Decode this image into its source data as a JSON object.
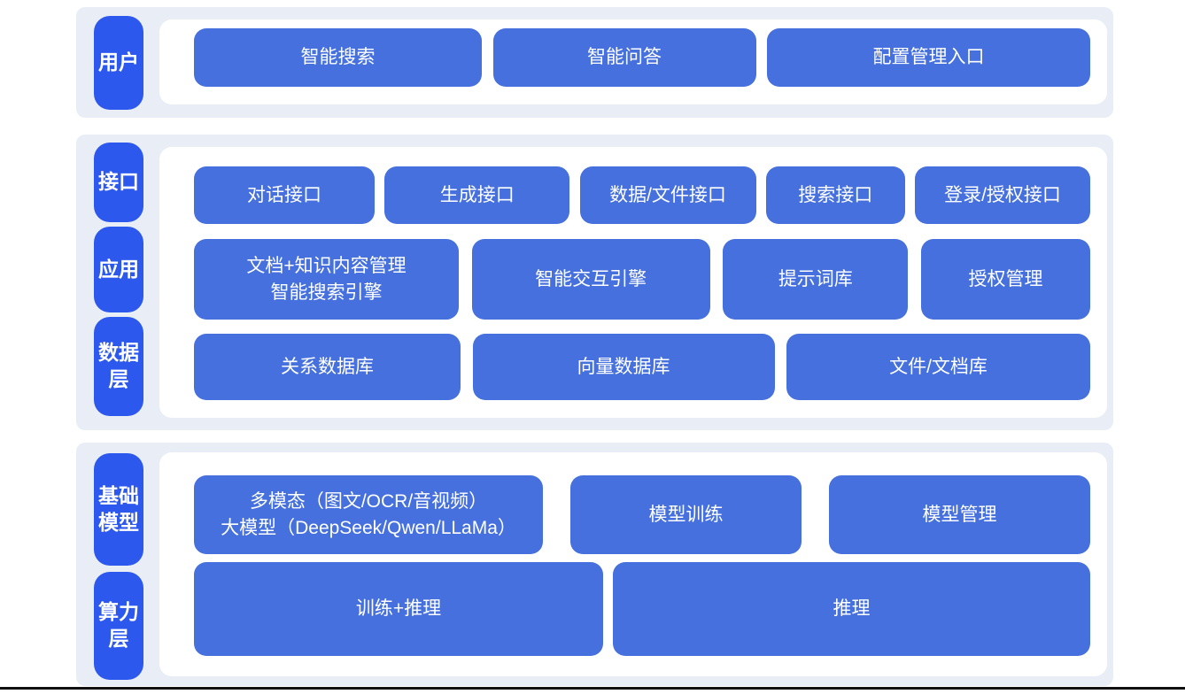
{
  "colors": {
    "pill": "#2c58ed",
    "box": "#4570dd",
    "sectionBg": "#e9eef6",
    "panelBg": "#ffffff",
    "boxText": "#ffffff",
    "line": "#101010"
  },
  "sections": [
    {
      "name": "user-layer",
      "pills": [
        {
          "label": "用户"
        }
      ],
      "rows": [
        {
          "boxes": [
            {
              "label": "智能搜索"
            },
            {
              "label": "智能问答"
            },
            {
              "label": "配置管理入口"
            }
          ]
        }
      ]
    },
    {
      "name": "interface-application-data-layer",
      "pills": [
        {
          "label": "接口"
        },
        {
          "label": "应用"
        },
        {
          "label": "数据层"
        }
      ],
      "rows": [
        {
          "boxes": [
            {
              "label": "对话接口"
            },
            {
              "label": "生成接口"
            },
            {
              "label": "数据/文件接口"
            },
            {
              "label": "搜索接口"
            },
            {
              "label": "登录/授权接口"
            }
          ]
        },
        {
          "boxes": [
            {
              "label": "文档+知识内容管理\n智能搜索引擎"
            },
            {
              "label": "智能交互引擎"
            },
            {
              "label": "提示词库"
            },
            {
              "label": "授权管理"
            }
          ]
        },
        {
          "boxes": [
            {
              "label": "关系数据库"
            },
            {
              "label": "向量数据库"
            },
            {
              "label": "文件/文档库"
            }
          ]
        }
      ]
    },
    {
      "name": "foundation-model-compute-layer",
      "pills": [
        {
          "label": "基础模型"
        },
        {
          "label": "算力层"
        }
      ],
      "rows": [
        {
          "boxes": [
            {
              "label": "多模态（图文/OCR/音视频）\n大模型（DeepSeek/Qwen/LLaMa）"
            },
            {
              "label": "模型训练"
            },
            {
              "label": "模型管理"
            }
          ]
        },
        {
          "boxes": [
            {
              "label": "训练+推理"
            },
            {
              "label": "推理"
            }
          ]
        }
      ]
    }
  ]
}
